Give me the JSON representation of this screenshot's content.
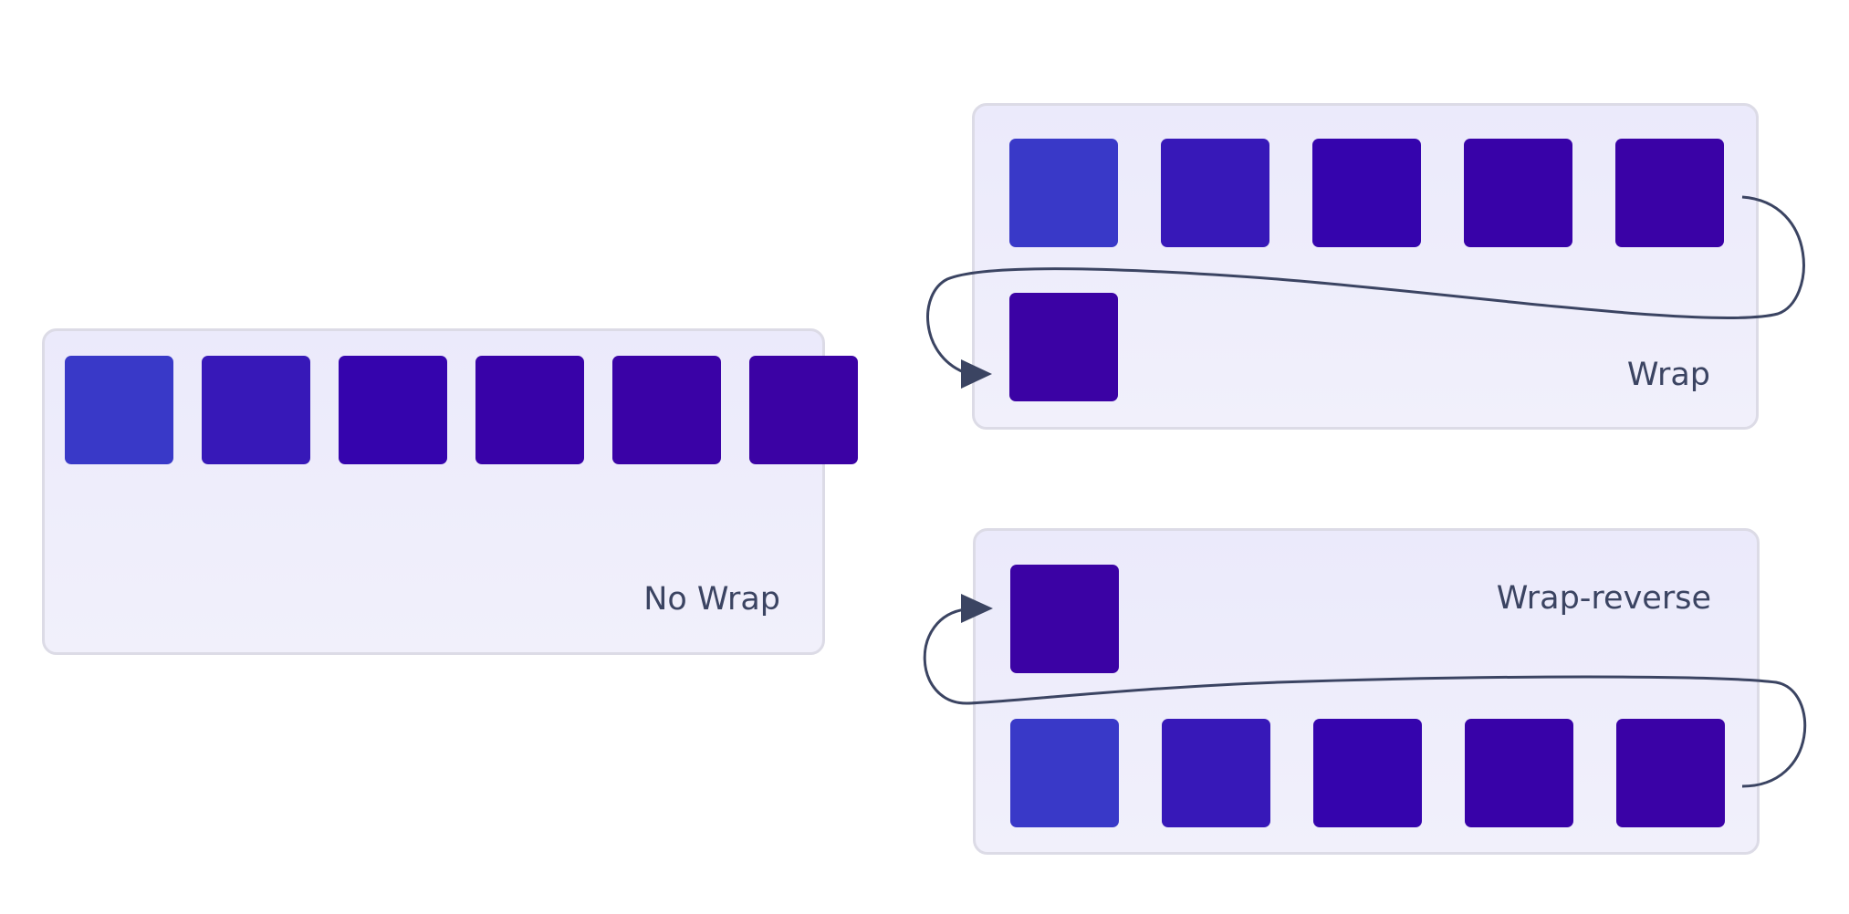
{
  "colors": {
    "panel_bg": "#eeedfb",
    "panel_border": "#dcdbe6",
    "box_shades": [
      "#3939c8",
      "#3718b8",
      "#3504ad",
      "#3802a8",
      "#3a02a6",
      "#3b02a4"
    ],
    "arrow": "#3b4462",
    "label": "#3b4462"
  },
  "panels": {
    "nowrap": {
      "label": "No Wrap",
      "box_count": 6
    },
    "wrap": {
      "label": "Wrap",
      "box_count": 6
    },
    "wrap_reverse": {
      "label": "Wrap-reverse",
      "box_count": 6
    }
  }
}
